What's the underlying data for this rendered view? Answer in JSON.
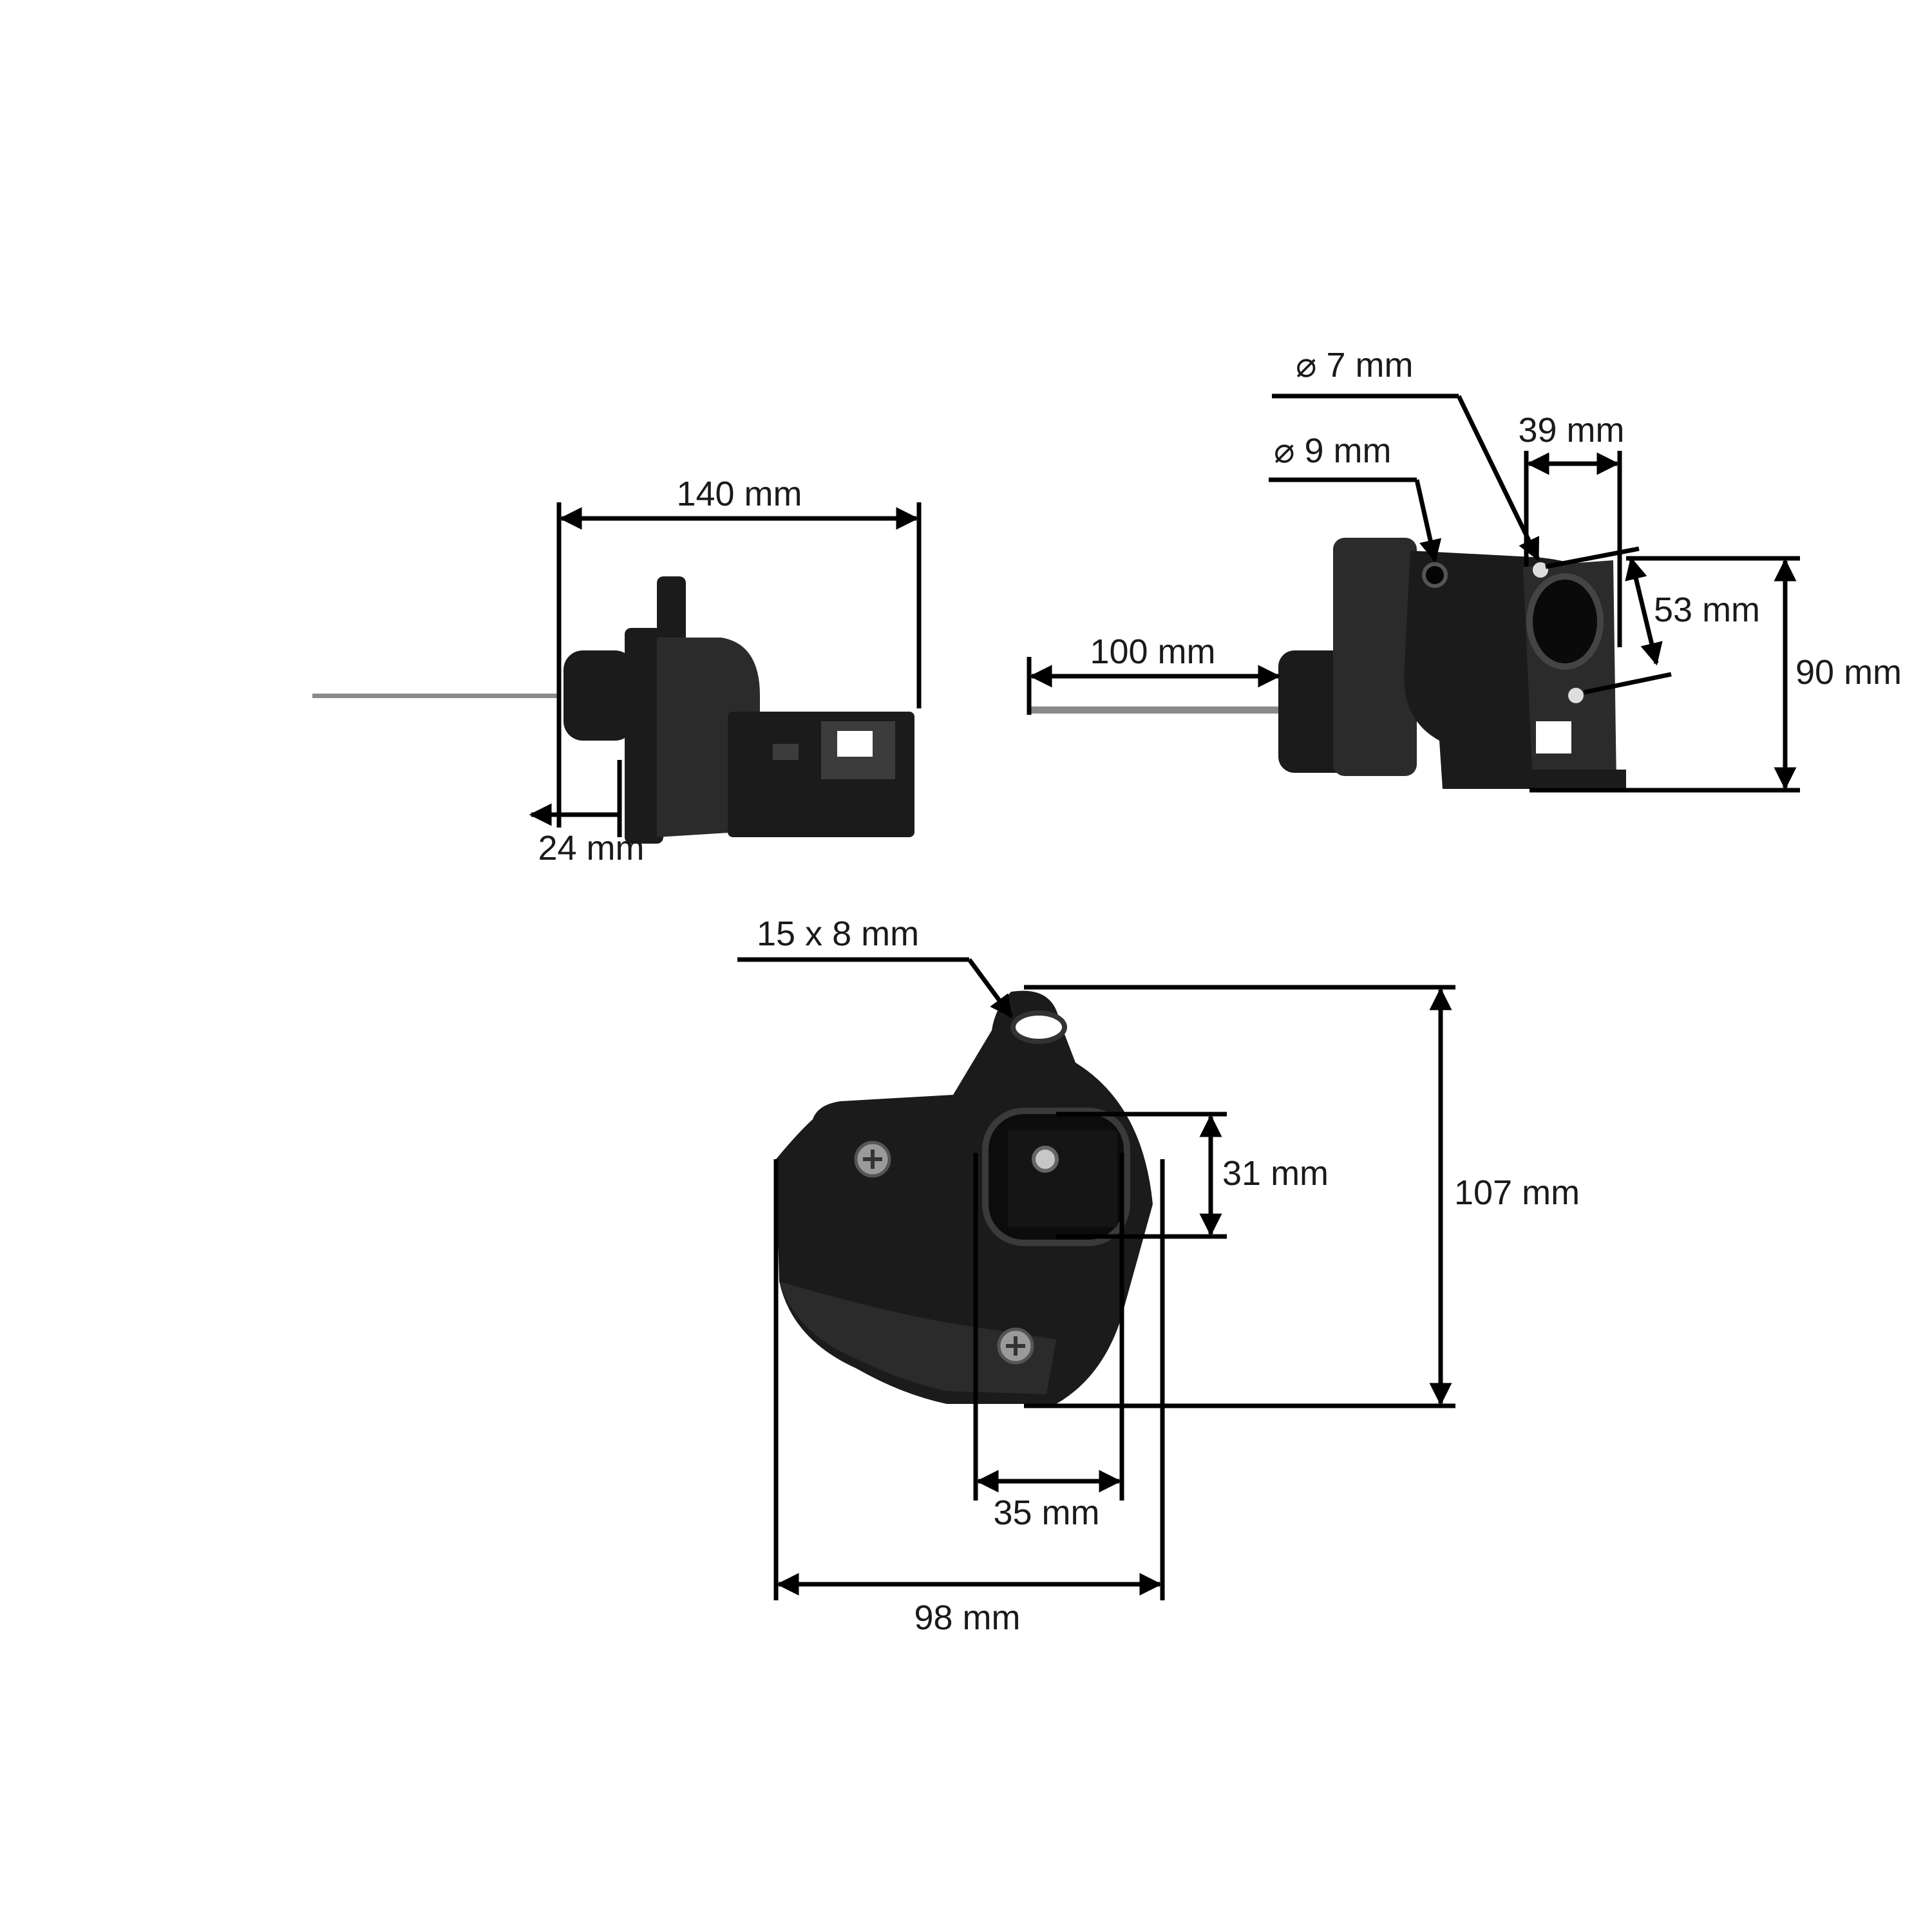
{
  "dimensions": {
    "side_length": "140 mm",
    "side_flange": "24 mm",
    "hole_large": "⌀ 9 mm",
    "hole_small": "⌀ 7 mm",
    "mount_spacing": "39 mm",
    "mount_diagonal": "53 mm",
    "shaft_length": "100 mm",
    "height": "90 mm",
    "slot_size": "15 x 8 mm",
    "bore_height": "31 mm",
    "bore_width": "35 mm",
    "front_height": "107 mm",
    "front_width": "98 mm"
  },
  "colors": {
    "part": "#1b1b1b",
    "shaft": "#8a8a8a",
    "lines": "#000000"
  }
}
